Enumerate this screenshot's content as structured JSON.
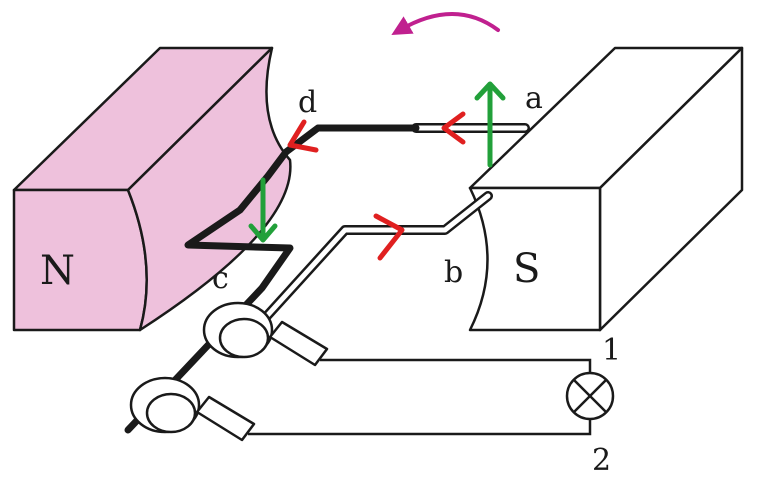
{
  "labels": {
    "north": "N",
    "south": "S",
    "a": "a",
    "b": "b",
    "c": "c",
    "d": "d",
    "t1": "1",
    "t2": "2"
  },
  "colors": {
    "north_pole": "#eec1dc",
    "outline": "#1a1a1a",
    "red_arrow": "#e02020",
    "green_arrow": "#22a03a",
    "magenta_arrow": "#c0208f"
  },
  "icons": {
    "lamp": "lamp-icon",
    "rotation": "rotation-arrow-icon"
  }
}
